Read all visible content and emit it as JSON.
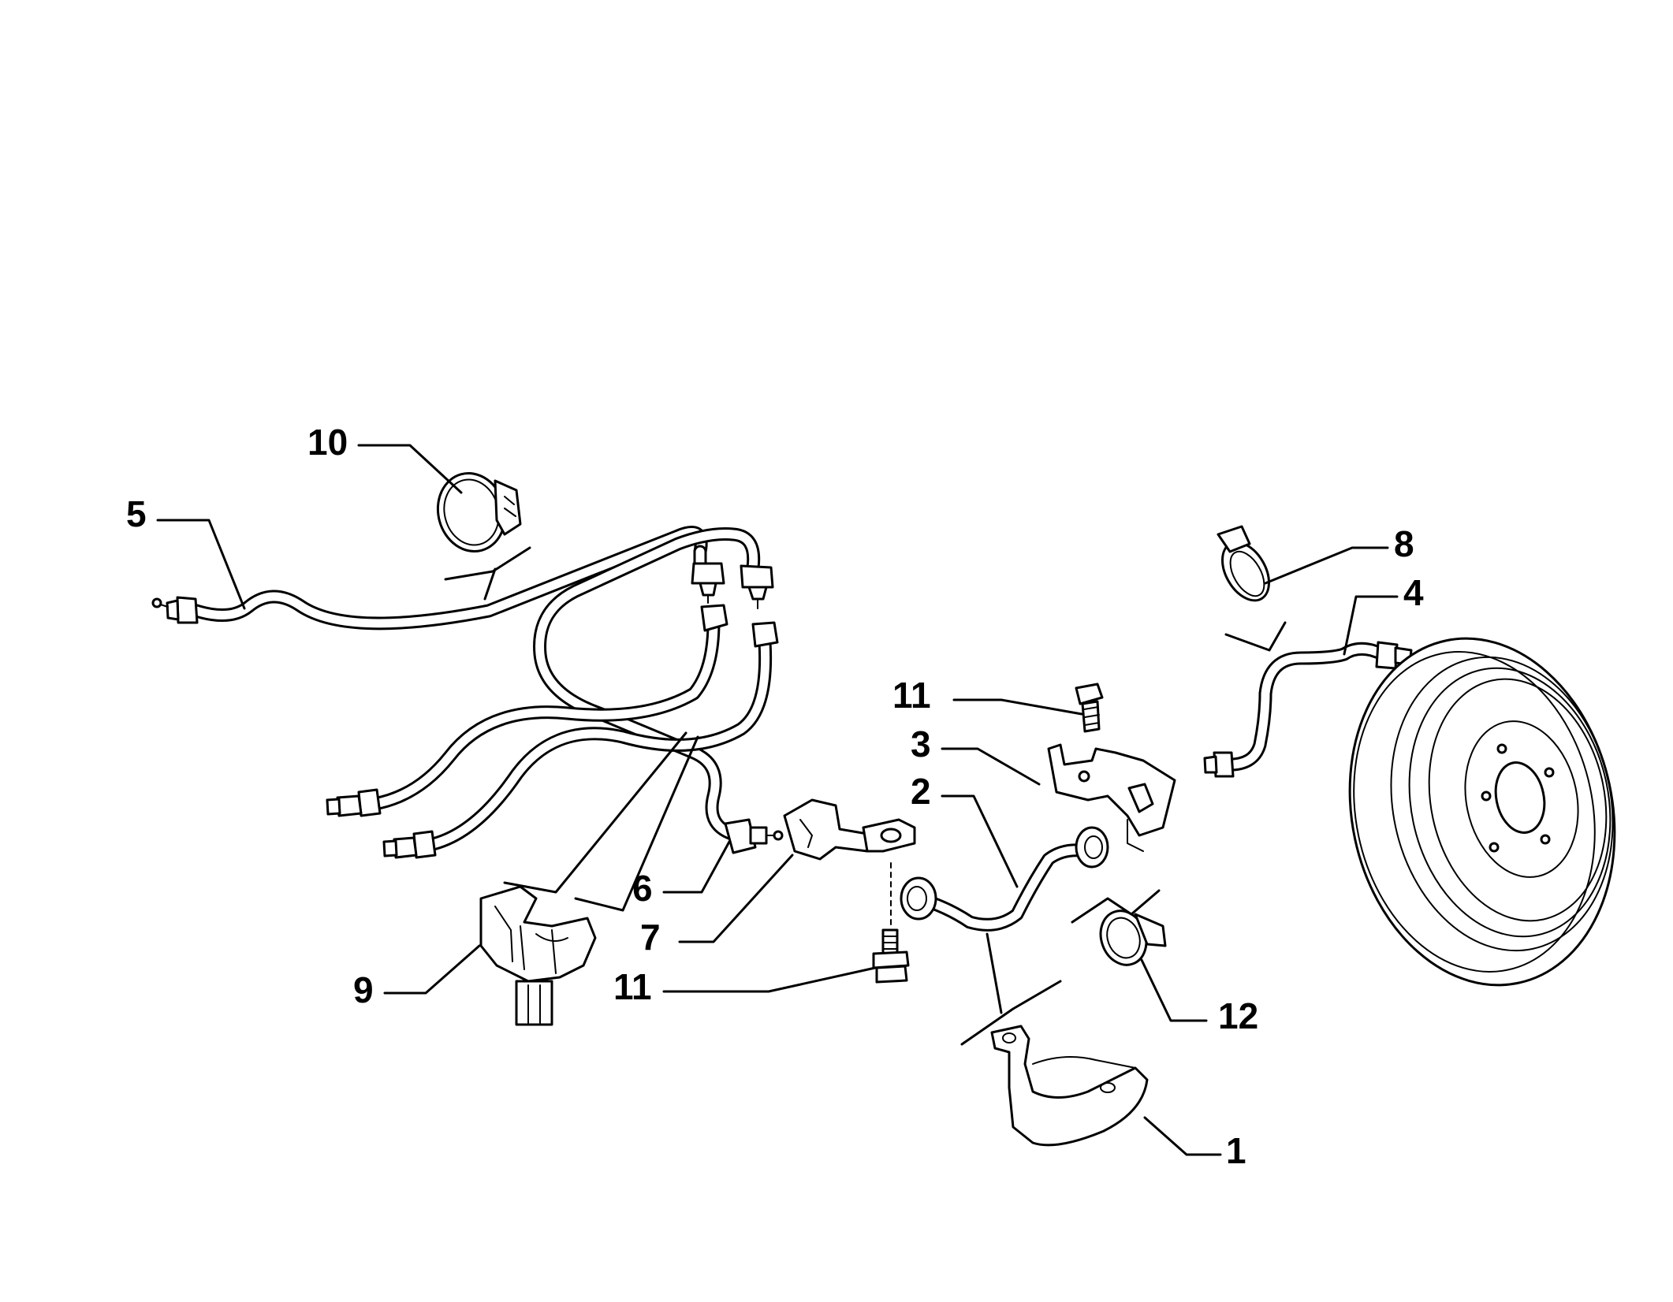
{
  "callouts": [
    {
      "id": "1",
      "text": "1"
    },
    {
      "id": "2",
      "text": "2"
    },
    {
      "id": "3",
      "text": "3"
    },
    {
      "id": "4",
      "text": "4"
    },
    {
      "id": "5",
      "text": "5"
    },
    {
      "id": "6",
      "text": "6"
    },
    {
      "id": "7",
      "text": "7"
    },
    {
      "id": "8",
      "text": "8"
    },
    {
      "id": "9",
      "text": "9"
    },
    {
      "id": "10",
      "text": "10"
    },
    {
      "id": "11a",
      "text": "11"
    },
    {
      "id": "11b",
      "text": "11"
    },
    {
      "id": "12",
      "text": "12"
    }
  ]
}
